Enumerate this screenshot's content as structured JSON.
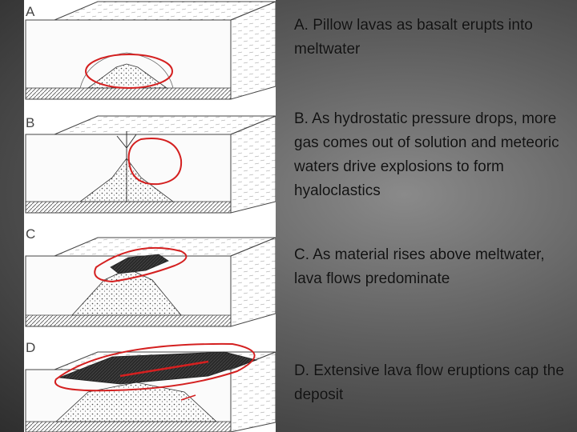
{
  "panels": [
    {
      "letter": "A",
      "caption": "A. Pillow lavas as basalt erupts into meltwater"
    },
    {
      "letter": "B",
      "caption": "B. As hydrostatic pressure drops, more gas comes out of solution and meteoric waters drive explosions to form hyaloclastics"
    },
    {
      "letter": "C",
      "caption": "C. As material rises above meltwater, lava flows predominate"
    },
    {
      "letter": "D",
      "caption": "D. Extensive lava flow eruptions cap the deposit"
    }
  ],
  "colors": {
    "background": "#2e2e2e",
    "highlight": "#d42020",
    "ink": "#333333",
    "lava": "#222222"
  }
}
